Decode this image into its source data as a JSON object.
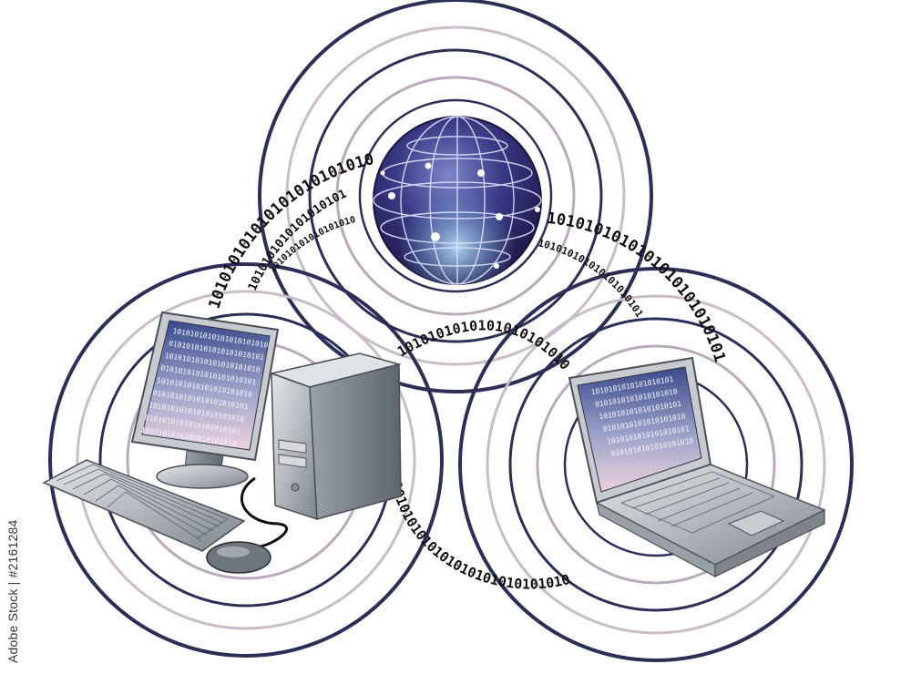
{
  "caption": "Adobe Stock | #2161284",
  "binary": {
    "outer_left": "1010101010101010101010101",
    "mid_left": "1010101010101010101",
    "inner_left": "101010101010101010",
    "right_outer": "1010101010101010101010101",
    "right_inner": "101010101010101010101",
    "center_band": "1010101010101010101010",
    "bottom_arc": "1010101010101010101010101010",
    "monitor_lines": [
      "1010101010101010101010",
      "0101010101010101010101"
    ],
    "laptop_lines": [
      "1010101010101010101",
      "0101010101010101010"
    ]
  },
  "colors": {
    "ring_dark": "#2b2f58",
    "ring_light": "#b9a9bb",
    "globe_dark": "#241a4a",
    "globe_light": "#6a6fb3",
    "device_gray": "#b7bcc2",
    "screen_top": "#3a4a8c",
    "screen_bottom": "#e7c9d4"
  }
}
